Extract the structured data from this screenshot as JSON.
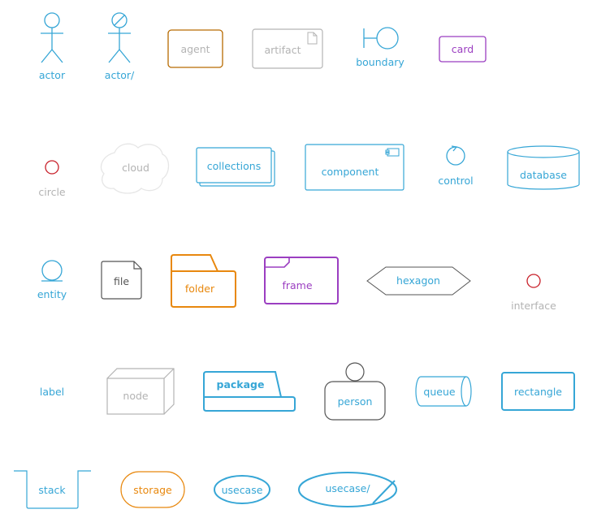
{
  "colors": {
    "blue": "#36a6d6",
    "orange": "#e8880e",
    "purple": "#9b3ec1",
    "gray": "#b3b3b3",
    "light_gray": "#e6e6e6",
    "dark_gray": "#555555",
    "red": "#c8202a",
    "amber": "#b76a00"
  },
  "elements": {
    "actor": "actor",
    "actor_slash": "actor/",
    "agent": "agent",
    "artifact": "artifact",
    "boundary": "boundary",
    "card": "card",
    "circle": "circle",
    "cloud": "cloud",
    "collections": "collections",
    "component": "component",
    "control": "control",
    "database": "database",
    "entity": "entity",
    "file": "file",
    "folder": "folder",
    "frame": "frame",
    "hexagon": "hexagon",
    "interface": "interface",
    "label": "label",
    "node": "node",
    "package": "package",
    "person": "person",
    "queue": "queue",
    "rectangle": "rectangle",
    "stack": "stack",
    "storage": "storage",
    "usecase": "usecase",
    "usecase_slash": "usecase/"
  }
}
